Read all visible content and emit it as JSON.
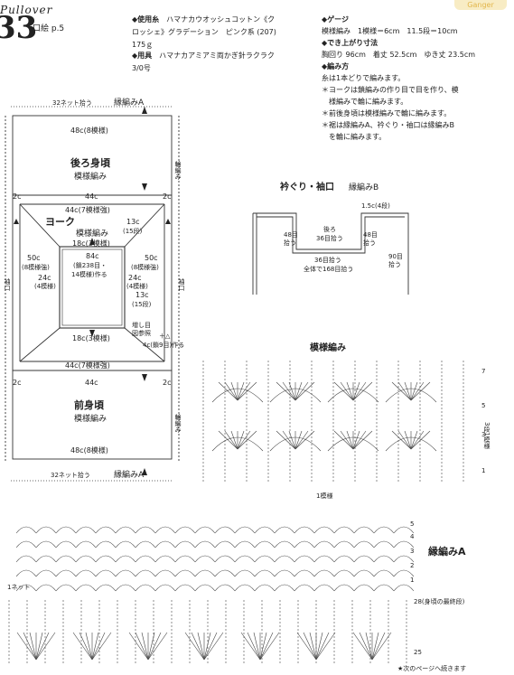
{
  "header": {
    "title": "Pullover",
    "pattern_number": "33",
    "photo_ref": "口絵 p.5",
    "corner_logo": "Ganger"
  },
  "materials": {
    "yarn_heading": "◆使用糸",
    "yarn_text_1": "ハマナカウオッシュコットン《ク",
    "yarn_text_2": "ロッシェ》グラデーション　ピンク系 (207)",
    "yarn_text_3": "175ｇ",
    "tool_heading": "◆用具",
    "tool_text_1": "ハマナカアミアミ両かぎ針ラクラク",
    "tool_text_2": "3/0号"
  },
  "gauge": {
    "heading": "◆ゲージ",
    "text": "模様編み　1模様＝6cm　11.5段＝10cm"
  },
  "size": {
    "heading": "◆でき上がり寸法",
    "text": "胸回り 96cm　着丈 52.5cm　ゆき丈 23.5cm"
  },
  "method": {
    "heading": "◆編み方",
    "line1": "糸は1本どりで編みます。",
    "line2": "＊ヨークは鎖編みの作り目で目を作り、模",
    "line3": "様編みで輪に編みます。",
    "line4": "＊前後身頃は模様編みで輪に編みます。",
    "line5": "＊裾は縁編みA、衿ぐり・袖口は縁編みB",
    "line6": "を輪に編みます。"
  },
  "schematic": {
    "top_pickup": "32ネット拾う",
    "top_edging": "縁編みA",
    "back_width": "48c(8模様)",
    "back_title": "後ろ身頃",
    "back_stitch": "模様編み",
    "side_label_top": "輪編み",
    "width_44c_top": "44c",
    "corner_2c_1": "2c",
    "corner_2c_2": "2c",
    "yoke_top": "44c(7模様強)",
    "yoke_title": "ヨーク",
    "yoke_stitch": "模様編み",
    "yoke_13c_top": "13c",
    "yoke_15dan_top": "(15段)",
    "inner_top": "18c(3模様)",
    "left_50c": "50c",
    "left_8mod": "(8模様強)",
    "right_50c": "50c",
    "right_8mod": "(8模様強)",
    "center_84c": "84c",
    "center_chain": "(鎖238目・",
    "center_make": "14模様)作る",
    "left_24c": "24c",
    "left_4mod": "(4模様)",
    "right_24c": "24c",
    "right_4mod": "(4模様)",
    "sleeve_left": "袖口",
    "sleeve_right": "袖口",
    "yoke_13c_bottom": "13c",
    "yoke_15dan_bottom": "(15段)",
    "inner_bottom": "18c(3模様)",
    "increase_1": "増し目",
    "increase_2": "図参照",
    "plus_triangle": "＋△",
    "make_4c": "4c(鎖9目)作る",
    "yoke_bottom": "44c(7模様強)",
    "width_44c_bottom": "44c",
    "corner_2c_3": "2c",
    "corner_2c_4": "2c",
    "front_title": "前身頃",
    "front_stitch": "模様編み",
    "side_label_bottom": "輪編み",
    "front_width": "48c(8模様)",
    "bottom_pickup": "32ネット拾う",
    "bottom_edging": "縁編みA"
  },
  "neck": {
    "title": "衿ぐり・袖口",
    "edging": "縁編みB",
    "top_15c": "1.5c(4段)",
    "pick48_l": "48目",
    "pick48_l2": "拾う",
    "back_label": "後ろ",
    "back_36": "36目拾う",
    "pick48_r": "48目",
    "pick48_r2": "拾う",
    "front_36": "36目拾う",
    "total": "全体で168目拾う",
    "sleeve_90": "90目",
    "sleeve_90b": "拾う"
  },
  "pattern_chart": {
    "title": "模様編み",
    "row7": "7",
    "row5": "5",
    "row3": "3",
    "row1": "1",
    "repeat_3": "3段1模様",
    "repeat_label": "1模様"
  },
  "edging_chart": {
    "title": "縁編みA",
    "row5": "5",
    "row4": "4",
    "row3": "3",
    "row2": "2",
    "row1": "1",
    "one_net": "1ネット",
    "row28": "28(身頃の最終段)",
    "row25": "25",
    "continued": "★次のページへ続きます"
  }
}
